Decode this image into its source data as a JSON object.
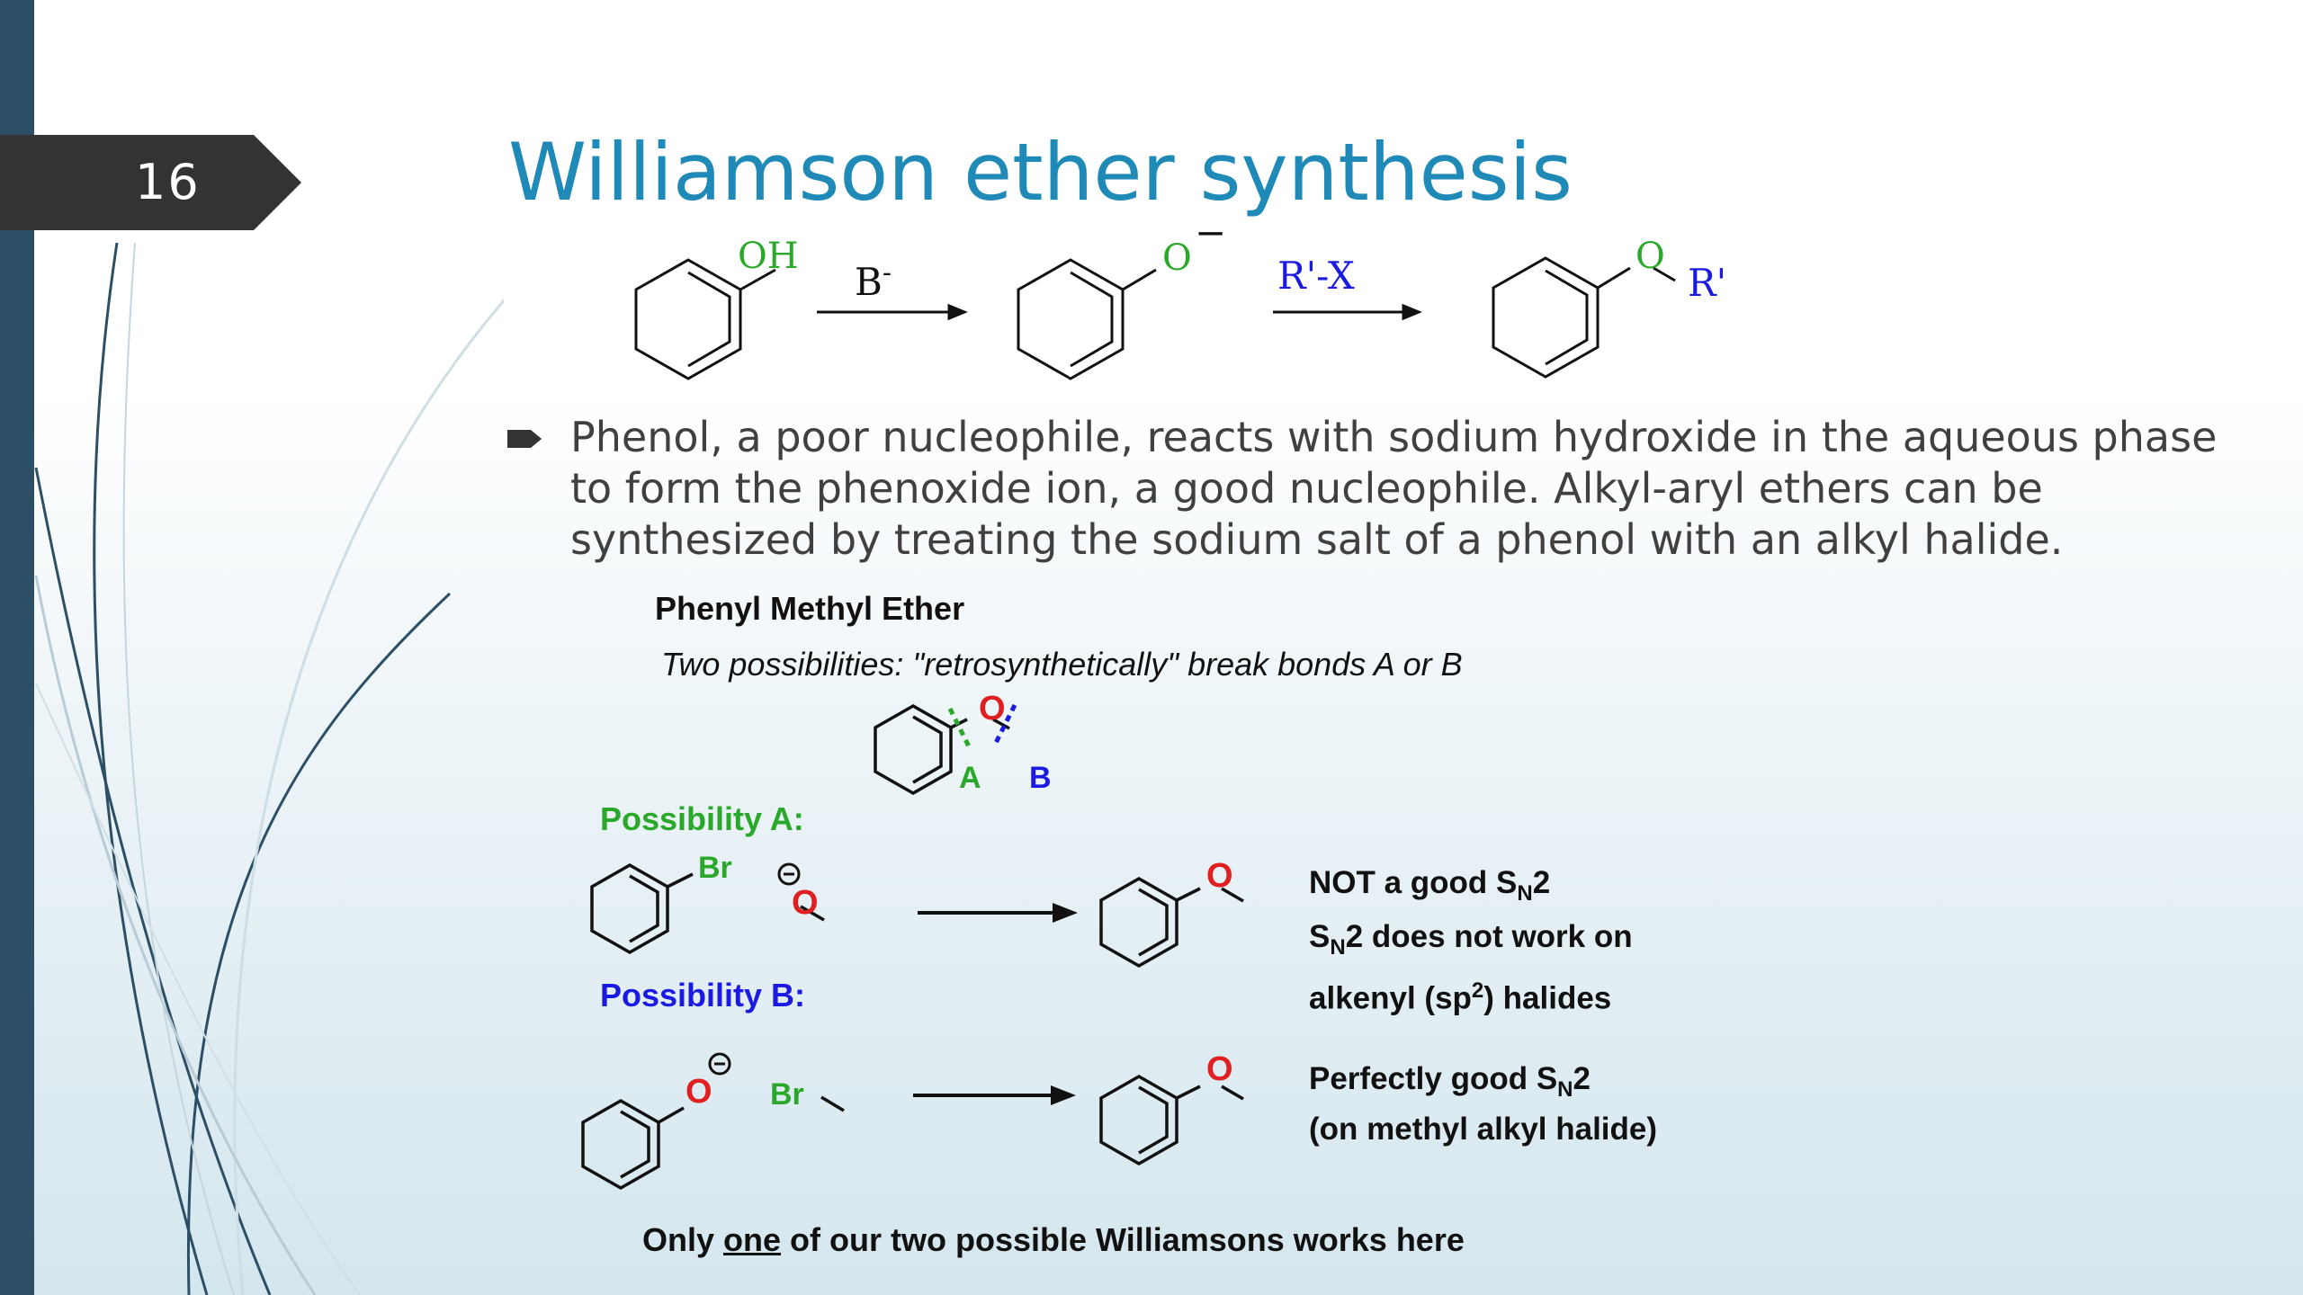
{
  "slide": {
    "number": "16",
    "title": "Williamson ether synthesis",
    "bullet": "Phenol, a poor nucleophile, reacts with sodium hydroxide in the aqueous phase to form the phenoxide ion, a good nucleophile. Alkyl-aryl ethers can be synthesized by treating the sodium salt of a phenol with an alkyl halide."
  },
  "reaction": {
    "oh": "OH",
    "reagent1": "B",
    "reagent1_charge": "-",
    "oxide": "O",
    "oxide_charge": "−",
    "reagent2": "R'-X",
    "product_o": "O",
    "product_r": "R'"
  },
  "figure": {
    "heading": "Phenyl Methyl Ether",
    "subheading": "Two possibilities: \"retrosynthetically\" break bonds A or B",
    "center_o": "O",
    "bond_a": "A",
    "bond_b": "B",
    "possibility_a": "Possibility A:",
    "possibility_b": "Possibility B:",
    "br": "Br",
    "o": "O",
    "note_a_line1_pre": "NOT a good S",
    "note_a_line1_sub": "N",
    "note_a_line1_post": "2",
    "note_a_line2_pre": "S",
    "note_a_line2_sub": "N",
    "note_a_line2_post": "2 does not work on",
    "note_a_line3_pre": "alkenyl (sp",
    "note_a_line3_sup": "2",
    "note_a_line3_post": ") halides",
    "note_b_line1_pre": "Perfectly good S",
    "note_b_line1_sub": "N",
    "note_b_line1_post": "2",
    "note_b_line2": "(on methyl alkyl halide)",
    "footer_pre": "Only ",
    "footer_underline": "one",
    "footer_post": " of our two possible Williamsons works here"
  },
  "colors": {
    "title": "#1f8ab8",
    "left_bar": "#2d4f66",
    "number_tab": "#333333",
    "green": "#2aa82a",
    "blue": "#1a1ae0",
    "red": "#e02020"
  }
}
